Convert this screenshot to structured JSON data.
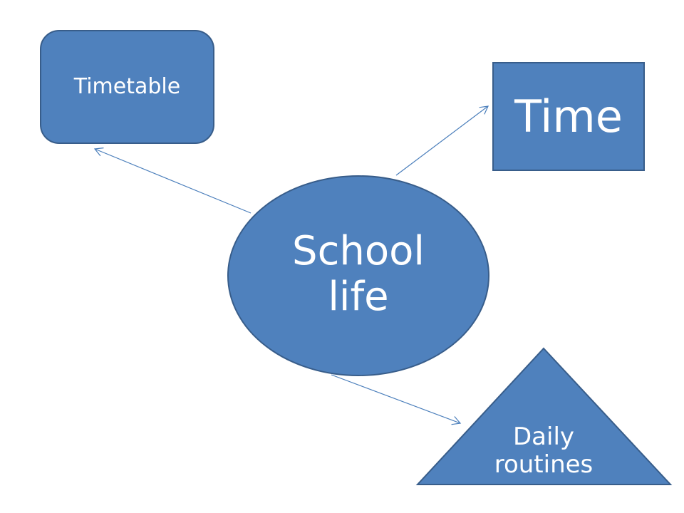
{
  "diagram": {
    "type": "mind-map",
    "colors": {
      "fill": "#4F81BD",
      "stroke": "#385D8A",
      "connector": "#4A7EBB",
      "text": "#FFFFFF",
      "background": "#FFFFFF"
    },
    "center": {
      "shape": "ellipse",
      "line1": "School",
      "line2": "life"
    },
    "nodes": [
      {
        "id": "timetable",
        "shape": "rounded-rectangle",
        "label": "Timetable"
      },
      {
        "id": "time",
        "shape": "rectangle",
        "label": "Time"
      },
      {
        "id": "daily-routines",
        "shape": "triangle",
        "line1": "Daily",
        "line2": "routines"
      }
    ],
    "connectors": [
      {
        "from": "School life",
        "to": "Timetable"
      },
      {
        "from": "School life",
        "to": "Time"
      },
      {
        "from": "School life",
        "to": "Daily routines"
      }
    ]
  }
}
